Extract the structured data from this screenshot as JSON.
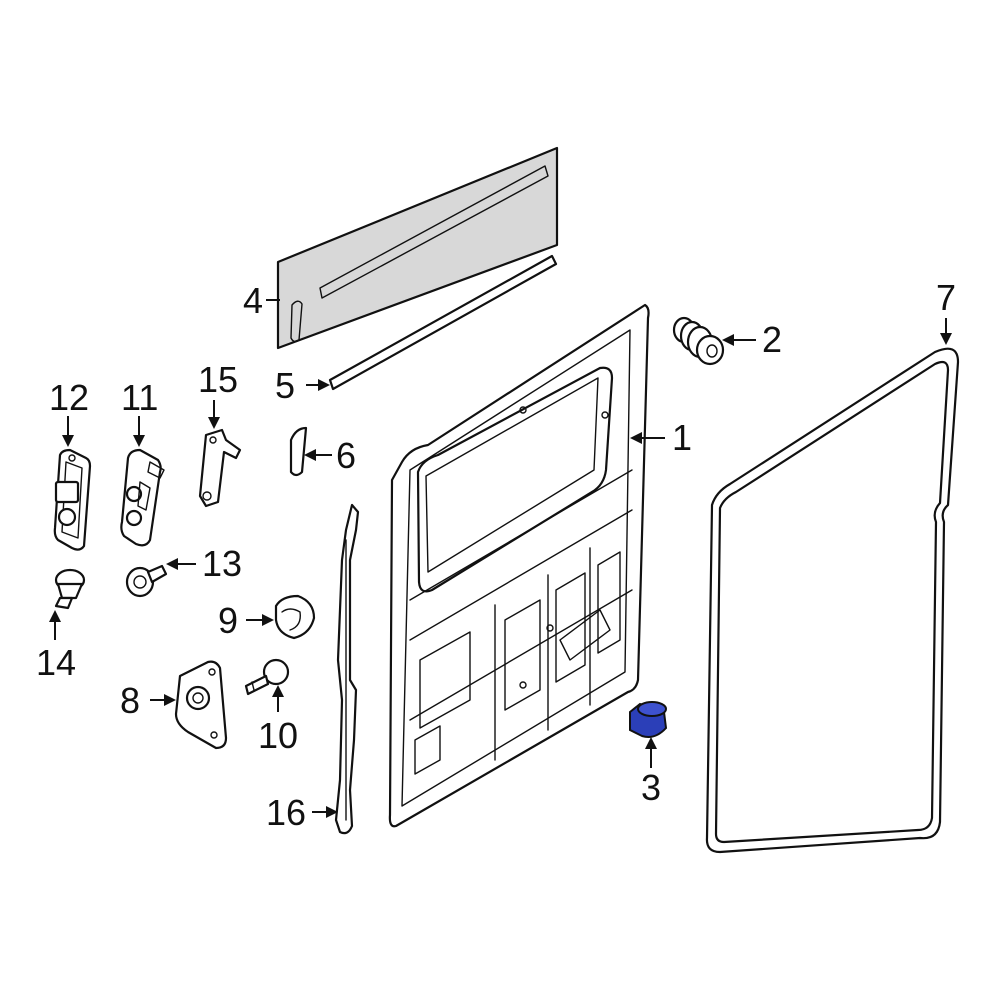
{
  "diagram": {
    "highlight_color": "#2b3fb8",
    "line_color": "#111111",
    "panel_fill": "#d8d8d8",
    "callouts": [
      {
        "id": "1",
        "label": "1"
      },
      {
        "id": "2",
        "label": "2"
      },
      {
        "id": "3",
        "label": "3",
        "highlighted": true
      },
      {
        "id": "4",
        "label": "4"
      },
      {
        "id": "5",
        "label": "5"
      },
      {
        "id": "6",
        "label": "6"
      },
      {
        "id": "7",
        "label": "7"
      },
      {
        "id": "8",
        "label": "8"
      },
      {
        "id": "9",
        "label": "9"
      },
      {
        "id": "10",
        "label": "10"
      },
      {
        "id": "11",
        "label": "11"
      },
      {
        "id": "12",
        "label": "12"
      },
      {
        "id": "13",
        "label": "13"
      },
      {
        "id": "14",
        "label": "14"
      },
      {
        "id": "15",
        "label": "15"
      },
      {
        "id": "16",
        "label": "16"
      }
    ]
  }
}
